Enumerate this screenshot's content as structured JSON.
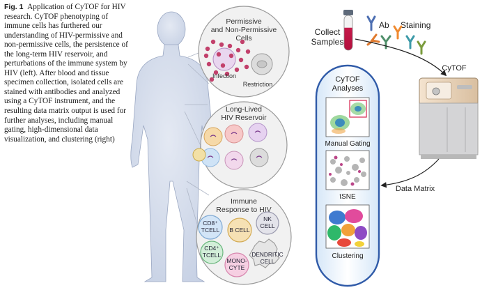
{
  "caption": {
    "label": "Fig. 1",
    "text": "Application of CyTOF for HIV research. CyTOF phenotyping of immune cells has furthered our understanding of HIV-permissive and non-permissive cells, the persistence of the long-term HIV reservoir, and perturbations of the immune system by HIV (left). After blood and tissue specimen collection, isolated cells are stained with antibodies and analyzed using a CyTOF instrument, and the resulting data matrix output is used for further analyses, including manual gating, high-dimensional data visualization, and clustering (right)"
  },
  "figure": {
    "permissive": {
      "title_line1": "Permissive",
      "title_line2": "and Non-Permissive",
      "title_line3": "Cells",
      "infection": "Infection",
      "restriction": "Restriction"
    },
    "reservoir": {
      "title_line1": "Long-Lived",
      "title_line2": "HIV Reservoir"
    },
    "immune": {
      "title_line1": "Immune",
      "title_line2": "Response to HIV",
      "cd8_line1": "CD8⁺",
      "cd8_line2": "TCELL",
      "cd4_line1": "CD4⁺",
      "cd4_line2": "TCELL",
      "bcell": "B CELL",
      "nk_line1": "NK",
      "nk_line2": "CELL",
      "mono_line1": "MONO-",
      "mono_line2": "CYTE",
      "dc_line1": "DENDRITIC",
      "dc_line2": "CELL"
    },
    "workflow": {
      "collect_line1": "Collect",
      "collect_line2": "Samples",
      "ab": "Ab",
      "staining": "Staining",
      "cytof": "CyTOF",
      "data_matrix": "Data Matrix"
    },
    "analyses": {
      "title_line1": "CyTOF",
      "title_line2": "Analyses",
      "manual_gating": "Manual Gating",
      "tsne": "tSNE",
      "clustering": "Clustering"
    }
  }
}
